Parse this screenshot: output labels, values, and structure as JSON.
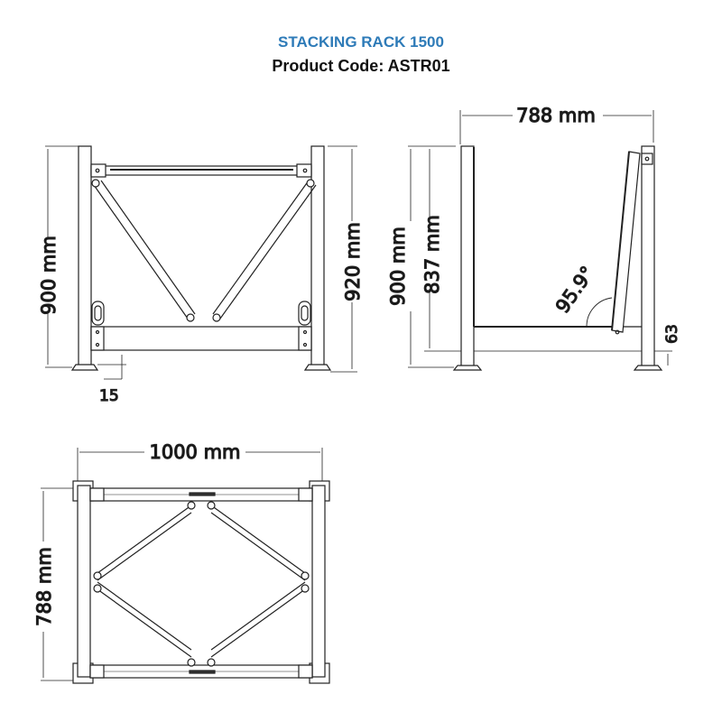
{
  "header": {
    "title": "STACKING RACK 1500",
    "product_code": "Product Code: ASTR01",
    "title_color": "#2e7bb8"
  },
  "front_view": {
    "height_left": "900 mm",
    "height_right": "920 mm",
    "foot_offset": "15"
  },
  "side_view": {
    "width": "788 mm",
    "height_outer": "900 mm",
    "height_inner": "837 mm",
    "angle": "95.9°",
    "base_offset": "63"
  },
  "top_view": {
    "width": "1000 mm",
    "depth": "788 mm"
  }
}
